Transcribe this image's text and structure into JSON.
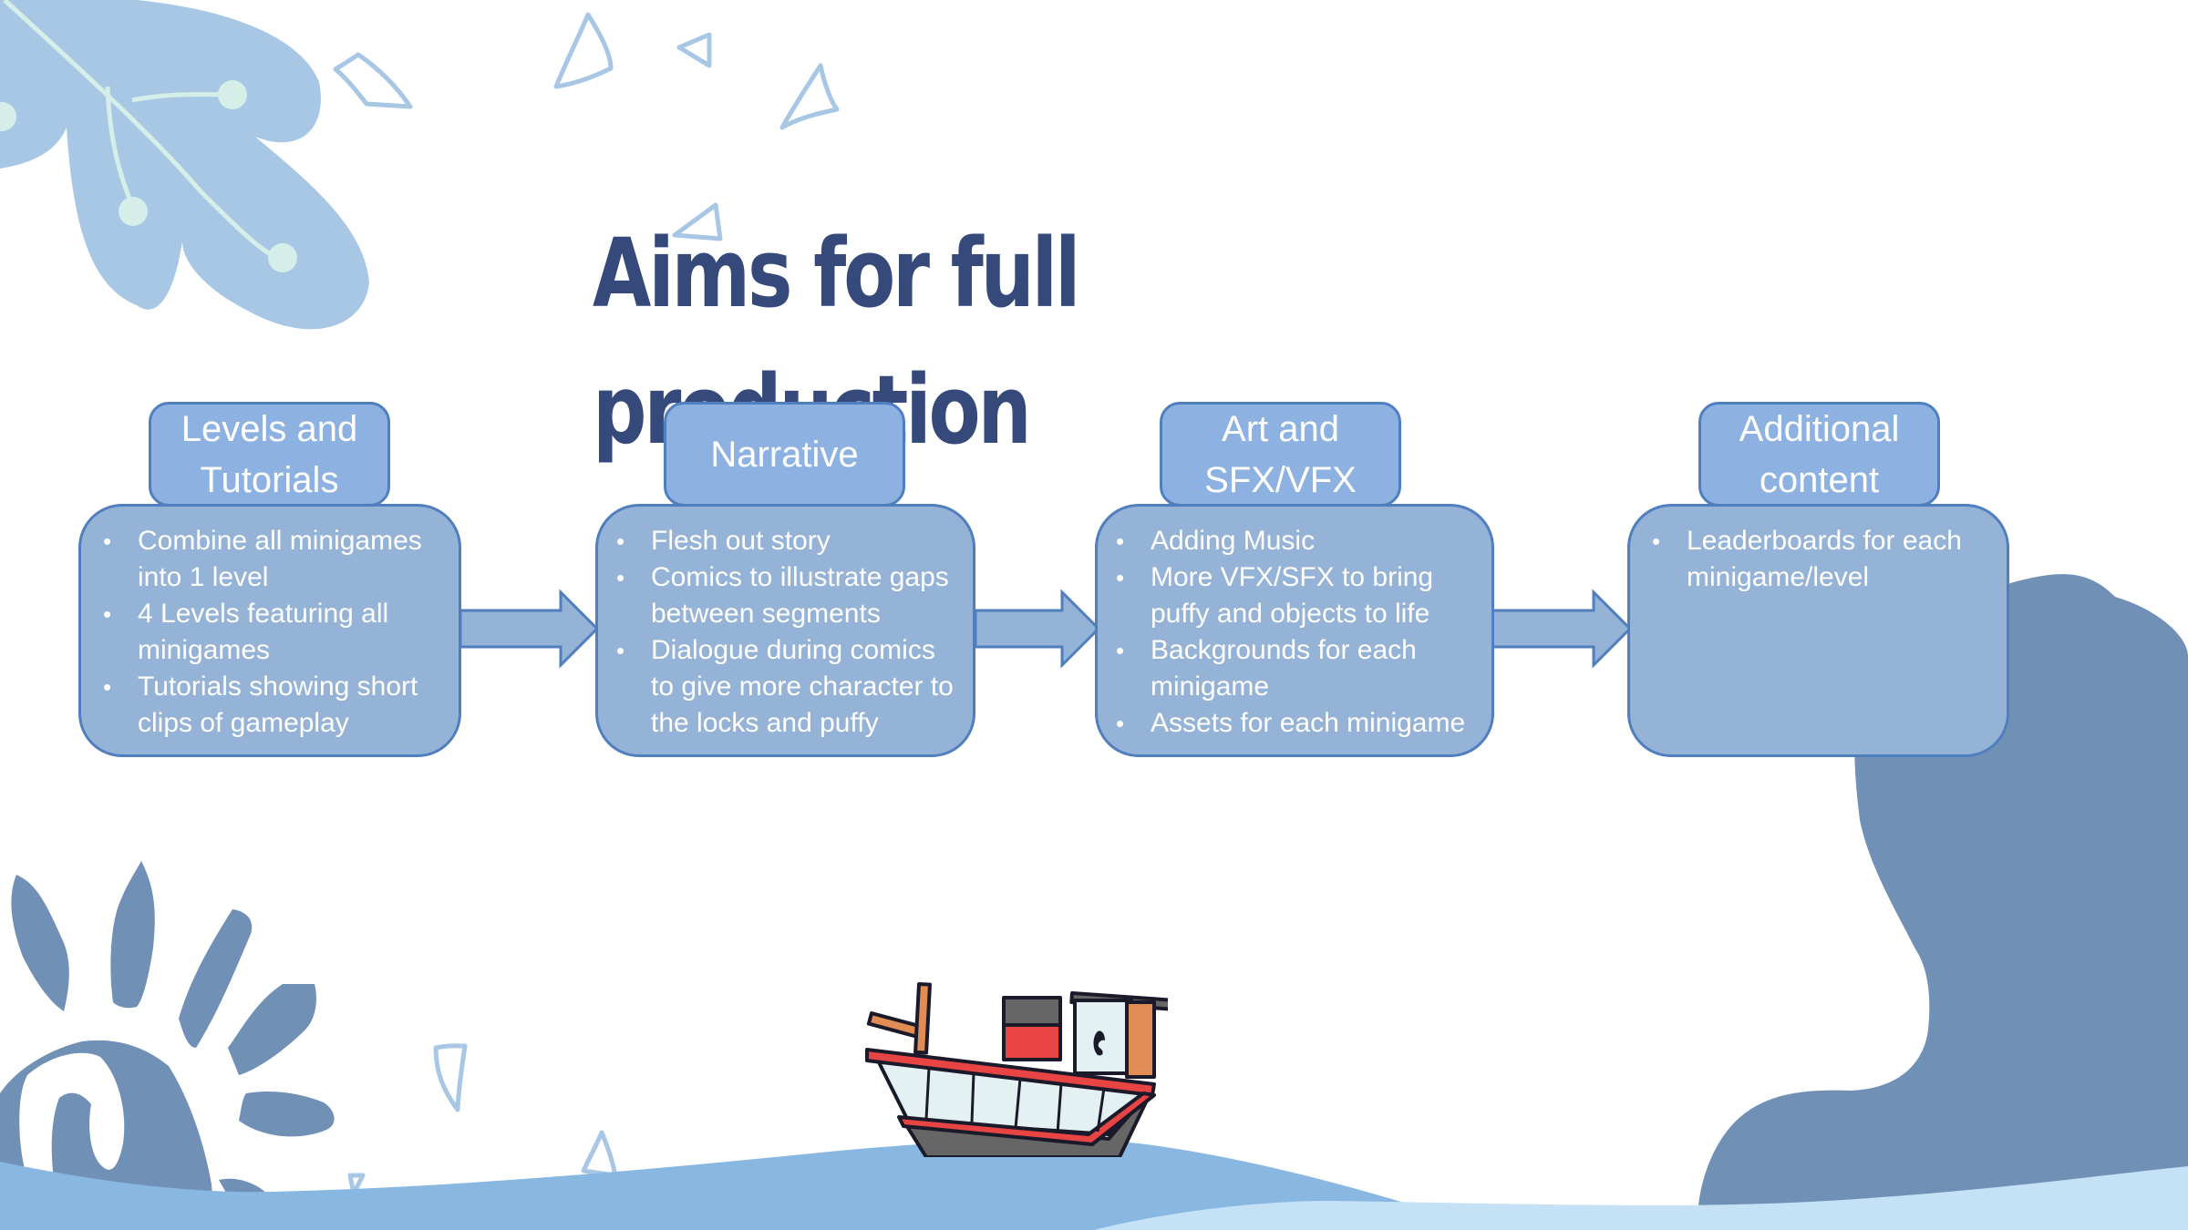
{
  "slide": {
    "title": "Aims for full production"
  },
  "steps": [
    {
      "header": "Levels and Tutorials",
      "items": [
        "Combine all minigames into 1 level",
        "4 Levels featuring all minigames",
        "Tutorials showing short clips of gameplay"
      ]
    },
    {
      "header": "Narrative",
      "items": [
        "Flesh out story",
        "Comics to illustrate gaps between segments",
        "Dialogue during comics to give more character to the locks and puffy"
      ]
    },
    {
      "header": "Art and SFX/VFX",
      "items": [
        "Adding Music",
        "More VFX/SFX to bring puffy and objects to life",
        "Backgrounds for each minigame",
        "Assets for each minigame"
      ]
    },
    {
      "header": "Additional content",
      "items": [
        "Leaderboards for each minigame/level"
      ]
    }
  ],
  "colors": {
    "title": "#354a7a",
    "header_fill": "#8db2e2",
    "body_fill": "#95b2d7",
    "outline": "#4f7fbe",
    "decor_light": "#a7c7e5",
    "decor_dark": "#7090b6",
    "wave_mid": "#88b7e2",
    "wave_light": "#c5e1f6"
  },
  "decorations": [
    "leaf-icon",
    "sun-icon",
    "boat-icon",
    "triangle-icon",
    "wave-icon",
    "blob-shape"
  ]
}
